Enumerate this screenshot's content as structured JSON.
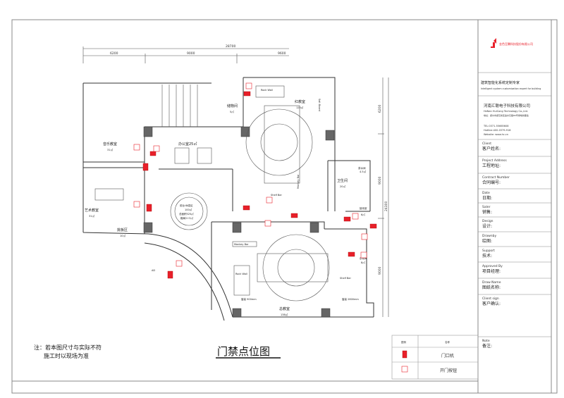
{
  "title": "门禁点位图",
  "note": {
    "line1": "注：若本图尺寸与实际不符",
    "line2": "施工时以现场为准"
  },
  "dimensions": {
    "total_top": "28700",
    "top": [
      "6200",
      "9000",
      "9600"
    ],
    "right": [
      "6200",
      "9000",
      "9000"
    ],
    "total_right": "24300"
  },
  "rooms": {
    "music": {
      "name": "音乐教室",
      "area": "31㎡"
    },
    "art": {
      "name": "艺术教室",
      "area": "31㎡"
    },
    "pick": {
      "name": "挑板区",
      "area": "10㎡"
    },
    "office": {
      "name": "办公室25㎡"
    },
    "lobby": {
      "l1": "前台·休息区",
      "l2": "100㎡",
      "l3": "总面积525㎡",
      "l4": "格局2+3㎡"
    },
    "storage": {
      "name": "储物间",
      "area": "5㎡"
    },
    "classroom1": {
      "name": "红教室",
      "area": "125㎡"
    },
    "toilet": {
      "name": "卫生间",
      "area": "20㎡"
    },
    "tea": {
      "name": "茶水间",
      "area": "4.5㎡"
    },
    "reception": {
      "name": "接待室",
      "area": "6㎡"
    },
    "misc": {
      "name": "杂物间",
      "area": "8㎡"
    },
    "classroom2": {
      "name": "总教室",
      "area": "138㎡"
    }
  },
  "equipment": {
    "rock_wall": "Rock Wall",
    "monkey_bar": "Monkey Bar",
    "shelf_bar": "Shelf Bar",
    "salt_board": "Salt Board",
    "window1": "窗高 900mm",
    "window2": "窗高 2800mm",
    "ad": "AD"
  },
  "legend": {
    "col_symbol": "图例",
    "col_name": "名称",
    "items": [
      {
        "icon": "door-intercom-icon",
        "label": "门口机"
      },
      {
        "icon": "exit-button-icon",
        "label": "开门按钮"
      }
    ]
  },
  "title_block": {
    "company_short": "金色豆腾科技股份有限公司",
    "slogan_cn": "建筑智能化系统定制专家",
    "slogan_en": "Intelligent system customization expert for building",
    "company_cn": "河南汇聪电子科技有限公司",
    "company_en": "HeNan HuiCong Technology Co.,Ltd.",
    "address": "地址：郑州市郑东新区金水东路80号绿地新都会",
    "tel": "TEL:0371-55665608",
    "hotline": "Hotline:400-0379-918",
    "website": "Website: www.hc.cn",
    "fields": [
      {
        "en": "Client",
        "cn": "客户姓名:"
      },
      {
        "en": "Project Address",
        "cn": "工程地址:"
      },
      {
        "en": "Contract Number",
        "cn": "合同编号:"
      },
      {
        "en": "Date",
        "cn": "日期:"
      },
      {
        "en": "Saler",
        "cn": "销售:"
      },
      {
        "en": "Design",
        "cn": "设计:"
      },
      {
        "en": "Drawnby",
        "cn": "绘图:"
      },
      {
        "en": "Support",
        "cn": "技术:"
      },
      {
        "en": "Approved By",
        "cn": "项目经理:"
      },
      {
        "en": "Draw Name",
        "cn": "图纸名称:"
      },
      {
        "en": "Client sign",
        "cn": "客户确认:"
      },
      {
        "en": "Note",
        "cn": "备注:"
      }
    ]
  },
  "colors": {
    "device": "#e8202a",
    "wall": "#333333"
  }
}
